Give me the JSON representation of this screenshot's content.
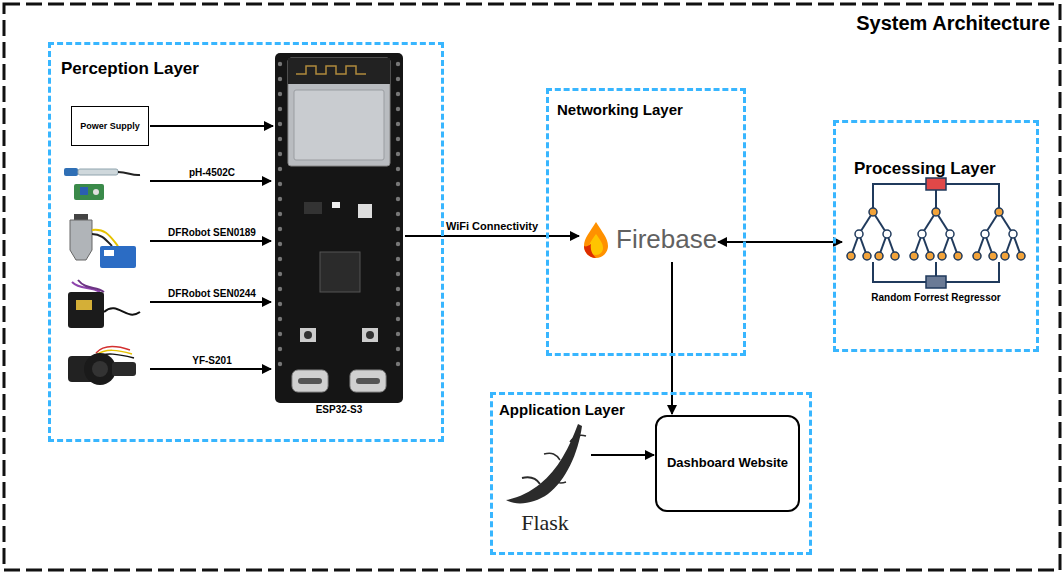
{
  "diagram": {
    "title": "System Architecture",
    "nodes": [
      {
        "text": [
          "Perception Layer"
        ]
      },
      {
        "text": [
          "Power Supply"
        ],
        "in": 0
      },
      {
        "text": [
          "ESP32-S3"
        ],
        "in": 0
      },
      {
        "text": [
          "Networking Layer"
        ]
      },
      {
        "text": [
          "Firebase"
        ],
        "in": 3
      },
      {
        "text": [
          "Processing Layer"
        ]
      },
      {
        "text": [
          "Random Forrest Regressor"
        ],
        "in": 5
      },
      {
        "text": [
          "Application Layer"
        ]
      },
      {
        "text": [
          "Flask"
        ],
        "in": 7
      },
      {
        "text": [
          "Dashboard Website"
        ],
        "in": 7
      }
    ],
    "edges": [
      {
        "from": 1,
        "to": 2,
        "arrow": "to"
      },
      {
        "from": 2,
        "to": 4,
        "label": "WiFi Connectivity",
        "arrow": "to"
      },
      {
        "from": 4,
        "to": 6,
        "arrow": "both"
      },
      {
        "from": 4,
        "to": 9,
        "arrow": "to"
      },
      {
        "from": 8,
        "to": 9,
        "arrow": "to"
      }
    ],
    "labels": [
      "pH-4502C",
      "DFRobot SEN0189",
      "DFRobot SEN0244",
      "YF-S201"
    ]
  }
}
